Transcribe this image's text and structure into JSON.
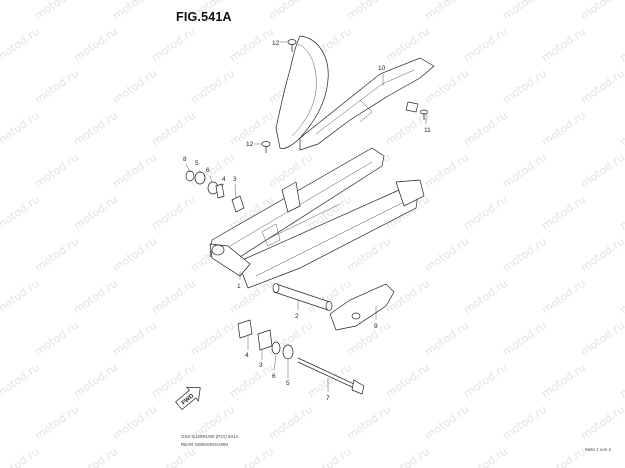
{
  "figure": {
    "title": "FIG.541A"
  },
  "watermark": {
    "text": "motod.ru"
  },
  "callouts": [
    {
      "id": "1",
      "part": "1"
    },
    {
      "id": "2",
      "part": "2"
    },
    {
      "id": "3a",
      "part": "3"
    },
    {
      "id": "3b",
      "part": "3"
    },
    {
      "id": "4a",
      "part": "4"
    },
    {
      "id": "4b",
      "part": "4"
    },
    {
      "id": "5a",
      "part": "5"
    },
    {
      "id": "5b",
      "part": "5"
    },
    {
      "id": "6a",
      "part": "6"
    },
    {
      "id": "6b",
      "part": "6"
    },
    {
      "id": "7",
      "part": "7"
    },
    {
      "id": "8",
      "part": "8"
    },
    {
      "id": "9",
      "part": "9"
    },
    {
      "id": "10",
      "part": "10"
    },
    {
      "id": "11",
      "part": "11"
    },
    {
      "id": "12a",
      "part": "12"
    },
    {
      "id": "12b",
      "part": "12"
    }
  ],
  "arrow": {
    "label": "FWD"
  },
  "footer": {
    "model_code": "GSX-S125RLM0 (P21) 541A",
    "section_name": "REAR SWINGINGARM",
    "page": "Seite 1 von 2"
  }
}
